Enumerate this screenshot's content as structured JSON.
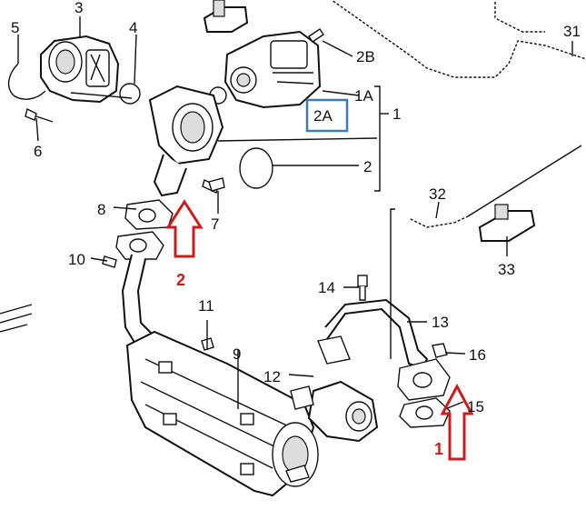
{
  "labels": {
    "l1": "1",
    "l1A": "1A",
    "l2": "2",
    "l2A": "2A",
    "l2B": "2B",
    "l3": "3",
    "l4": "4",
    "l5": "5",
    "l6": "6",
    "l7": "7",
    "l8": "8",
    "l9": "9",
    "l10": "10",
    "l11": "11",
    "l12": "12",
    "l13": "13",
    "l14": "14",
    "l15": "15",
    "l16": "16",
    "l31": "31",
    "l32": "32",
    "l33": "33"
  },
  "annotations": {
    "arrow1_label": "1",
    "arrow2_label": "2",
    "arrow_color": "#d11a1a",
    "highlight_color": "#3a7dbf"
  }
}
